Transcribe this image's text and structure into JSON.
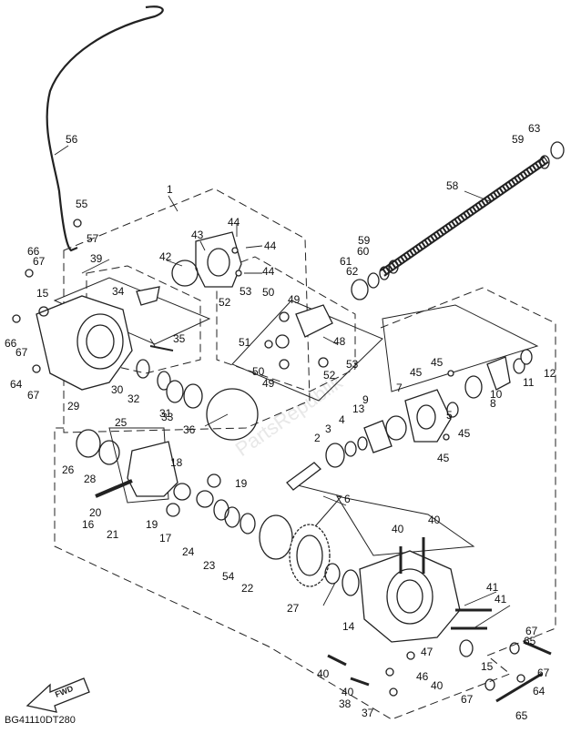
{
  "diagram": {
    "code": "BG41110DT280",
    "fwd_label": "FWD",
    "watermark": "PartsRepublik",
    "callouts": [
      "1",
      "2",
      "3",
      "4",
      "5",
      "6",
      "7",
      "8",
      "9",
      "10",
      "11",
      "12",
      "13",
      "14",
      "15",
      "16",
      "17",
      "18",
      "19",
      "20",
      "21",
      "22",
      "23",
      "24",
      "25",
      "26",
      "27",
      "28",
      "29",
      "30",
      "31",
      "32",
      "33",
      "34",
      "35",
      "36",
      "37",
      "38",
      "39",
      "40",
      "41",
      "42",
      "43",
      "44",
      "45",
      "46",
      "47",
      "48",
      "49",
      "50",
      "51",
      "52",
      "53",
      "54",
      "55",
      "56",
      "57",
      "58",
      "59",
      "60",
      "61",
      "62",
      "63",
      "64",
      "65",
      "66",
      "67"
    ]
  }
}
